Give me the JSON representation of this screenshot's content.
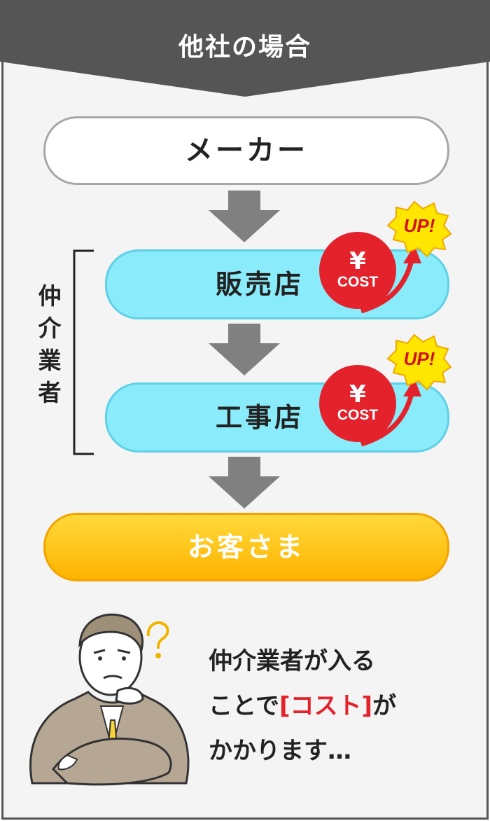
{
  "header": {
    "title": "他社の場合"
  },
  "flow": {
    "maker": "メーカー",
    "dealer": "販売店",
    "contractor": "工事店",
    "customer": "お客さま"
  },
  "bracket": {
    "label_chars": [
      "仲",
      "介",
      "業",
      "者"
    ]
  },
  "badges": {
    "yen": "¥",
    "cost": "COST",
    "up": "UP!"
  },
  "message": {
    "line1": "仲介業者が入る",
    "line2_before": "ことで",
    "line2_highlight": "[コスト]",
    "line2_after": "が",
    "line3": "かかります…"
  },
  "colors": {
    "header_bg": "#555555",
    "mid_pill": "#8aecfa",
    "customer_pill": "#ffc107",
    "badge_red": "#e3222c",
    "burst_yellow": "#ffe600",
    "arrow_gray": "#808080"
  }
}
